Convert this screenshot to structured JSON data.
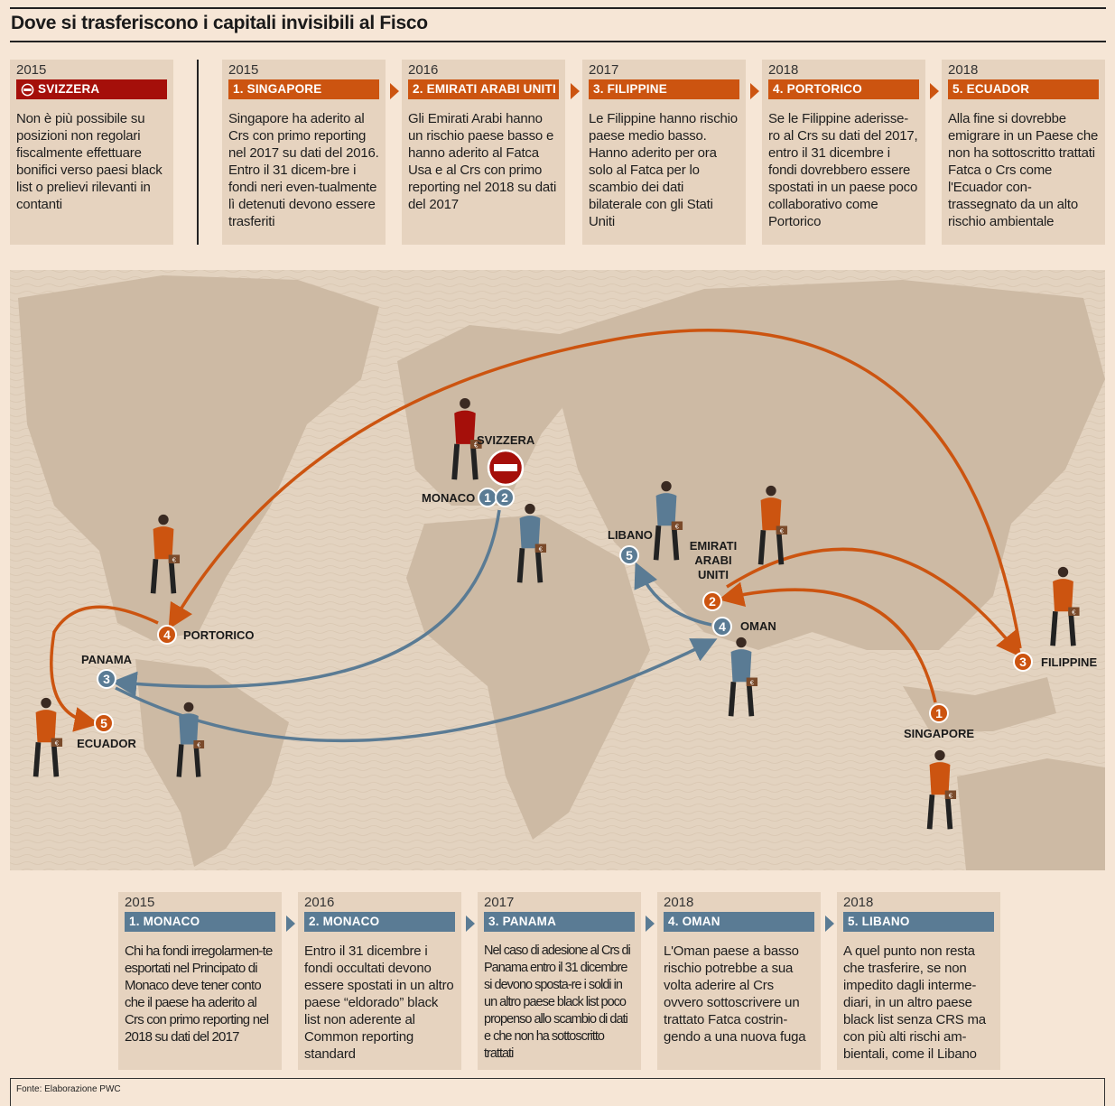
{
  "title": "Dove si trasferiscono i capitali invisibili al Fisco",
  "top_cards": [
    {
      "year": "2015",
      "heading": "SVIZZERA",
      "icon": "no-entry-icon",
      "text": "Non è più possibile su posizioni non regolari fiscalmente effettuare bonifici verso paesi black list o prelievi rilevanti in contanti"
    },
    {
      "year": "2015",
      "heading": "1. SINGAPORE",
      "text": "Singapore ha aderito al Crs con primo reporting nel 2017 su dati del 2016. Entro il 31 dicem-bre i fondi neri even-tualmente lì detenuti devono essere trasferiti"
    },
    {
      "year": "2016",
      "heading": "2. EMIRATI ARABI UNITI",
      "text": "Gli Emirati Arabi hanno un rischio paese basso e hanno aderito al Fatca Usa e al Crs con primo reporting nel 2018 su dati del 2017"
    },
    {
      "year": "2017",
      "heading": "3. FILIPPINE",
      "text": "Le Filippine hanno rischio paese medio basso. Hanno aderito per ora solo al Fatca per lo scambio dei dati bilaterale con gli Stati Uniti"
    },
    {
      "year": "2018",
      "heading": "4. PORTORICO",
      "text": "Se le Filippine aderisse-ro al Crs su dati del 2017, entro il 31 dicembre i fondi dovrebbero essere spostati in un paese poco collaborativo come Portorico"
    },
    {
      "year": "2018",
      "heading": "5. ECUADOR",
      "text": "Alla fine si dovrebbe emigrare in un Paese che non ha sottoscritto trattati Fatca o Crs come l'Ecuador con-trassegnato da un alto rischio ambientale"
    }
  ],
  "bottom_cards": [
    {
      "year": "2015",
      "heading": "1. MONACO",
      "text": "Chi ha fondi irregolarmen-te esportati nel Principato di Monaco deve tener conto che il paese ha aderito al Crs con primo reporting nel 2018 su dati del 2017"
    },
    {
      "year": "2016",
      "heading": "2. MONACO",
      "text": "Entro il 31 dicembre i fondi occultati devono essere spostati in un altro paese “eldorado” black list non aderente al Common reporting standard"
    },
    {
      "year": "2017",
      "heading": "3. PANAMA",
      "text": "Nel caso di adesione al Crs di Panama entro il 31 dicembre si devono sposta-re i soldi in un altro paese black list poco propenso allo scambio di dati e che non ha sottoscritto trattati"
    },
    {
      "year": "2018",
      "heading": "4. OMAN",
      "text": "L'Oman paese a basso rischio potrebbe a sua volta aderire al Crs ovvero sottoscrivere un trattato Fatca costrin-gendo a una nuova fuga"
    },
    {
      "year": "2018",
      "heading": "5. LIBANO",
      "text": "A quel punto non resta che trasferire, se non impedito dagli interme-diari, in un altro paese black list senza CRS ma con più alti rischi am-bientali, come il Libano"
    }
  ],
  "map": {
    "labels": {
      "svizzera": "SVIZZERA",
      "monaco": "MONACO",
      "libano": "LIBANO",
      "emirati1": "EMIRATI",
      "emirati2": "ARABI",
      "emirati3": "UNITI",
      "oman": "OMAN",
      "filippine": "FILIPPINE",
      "singapore": "SINGAPORE",
      "portorico": "PORTORICO",
      "panama": "PANAMA",
      "ecuador": "ECUADOR"
    },
    "markers": {
      "monaco1": "1",
      "monaco2": "2",
      "libano": "5",
      "emirati": "2",
      "oman": "4",
      "filippine": "3",
      "singapore": "1",
      "portorico": "4",
      "panama": "3",
      "ecuador": "5"
    },
    "colors": {
      "orange": "#cc5410",
      "blue": "#5a7b94",
      "red": "#a50f0a"
    }
  },
  "footer": "Fonte: Elaborazione PWC"
}
